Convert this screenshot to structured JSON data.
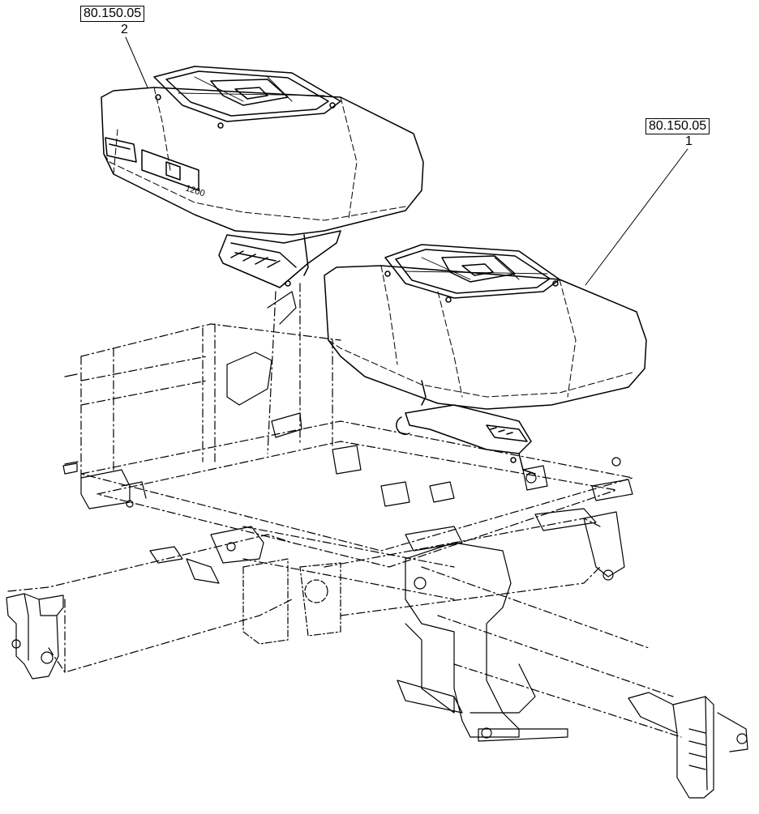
{
  "callouts": [
    {
      "ref": "80.150.05",
      "number": "2"
    },
    {
      "ref": "80.150.05",
      "number": "1"
    }
  ],
  "hopper_label": "1200",
  "colors": {
    "line": "#000000",
    "background": "#ffffff"
  }
}
